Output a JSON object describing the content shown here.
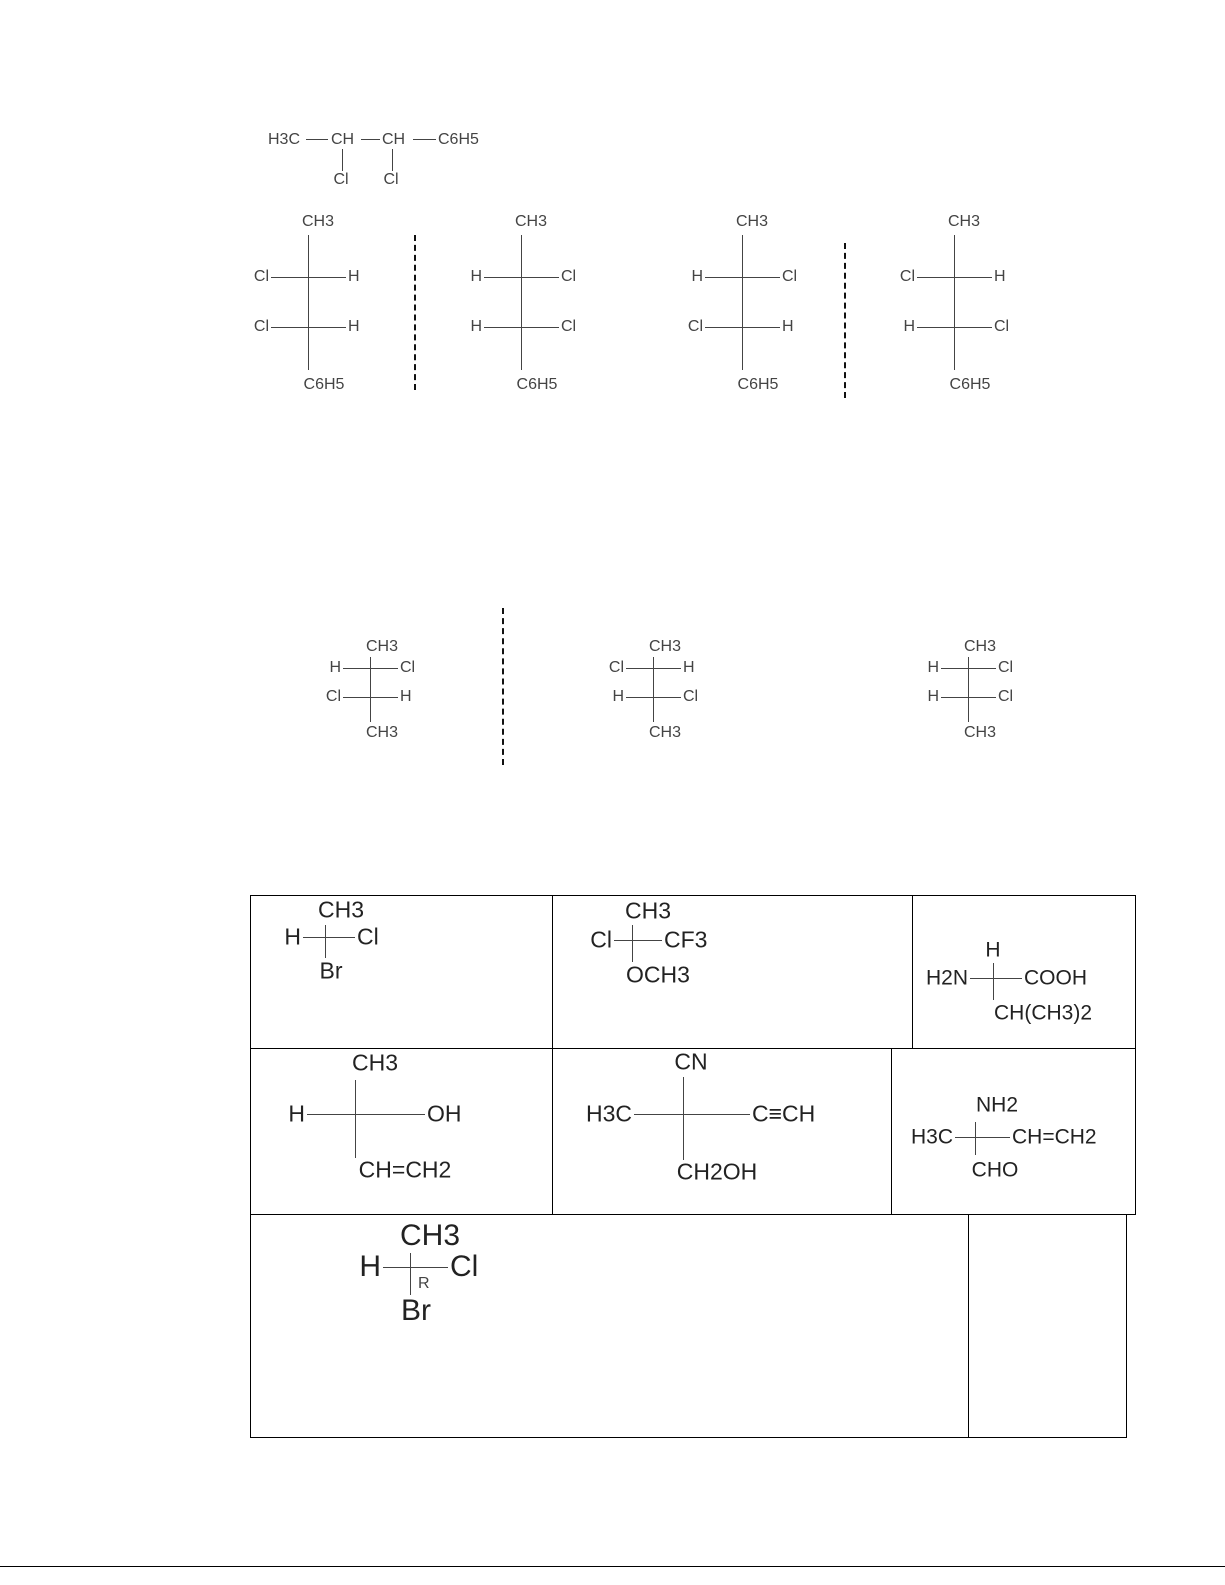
{
  "condensed_formula": {
    "chain": [
      "H3C",
      "CH",
      "CH",
      "C6H5"
    ],
    "substituents": [
      "Cl",
      "Cl"
    ]
  },
  "section1_projections": [
    {
      "top": "CH3",
      "rows": [
        [
          "Cl",
          "H"
        ],
        [
          "Cl",
          "H"
        ]
      ],
      "bottom": "C6H5"
    },
    {
      "top": "CH3",
      "rows": [
        [
          "H",
          "Cl"
        ],
        [
          "H",
          "Cl"
        ]
      ],
      "bottom": "C6H5"
    },
    {
      "top": "CH3",
      "rows": [
        [
          "H",
          "Cl"
        ],
        [
          "Cl",
          "H"
        ]
      ],
      "bottom": "C6H5"
    },
    {
      "top": "CH3",
      "rows": [
        [
          "Cl",
          "H"
        ],
        [
          "H",
          "Cl"
        ]
      ],
      "bottom": "C6H5"
    }
  ],
  "section2_projections": [
    {
      "top": "CH3",
      "rows": [
        [
          "H",
          "Cl"
        ],
        [
          "Cl",
          "H"
        ]
      ],
      "bottom": "CH3"
    },
    {
      "top": "CH3",
      "rows": [
        [
          "Cl",
          "H"
        ],
        [
          "H",
          "Cl"
        ]
      ],
      "bottom": "CH3"
    },
    {
      "top": "CH3",
      "rows": [
        [
          "H",
          "Cl"
        ],
        [
          "H",
          "Cl"
        ]
      ],
      "bottom": "CH3"
    }
  ],
  "table_projections": [
    {
      "top": "CH3",
      "rows": [
        [
          "H",
          "Cl"
        ]
      ],
      "bottom": "Br"
    },
    {
      "top": "CH3",
      "rows": [
        [
          "Cl",
          "CF3"
        ]
      ],
      "bottom": "OCH3"
    },
    {
      "top": "H",
      "rows": [
        [
          "H2N",
          "COOH"
        ]
      ],
      "bottom": "CH(CH3)2"
    },
    {
      "top": "CH3",
      "rows": [
        [
          "H",
          "OH"
        ]
      ],
      "bottom": "CH=CH2"
    },
    {
      "top": "CN",
      "rows": [
        [
          "H3C",
          "C≡CH"
        ]
      ],
      "bottom": "CH2OH"
    },
    {
      "top": "NH2",
      "rows": [
        [
          "H3C",
          "CH=CH2"
        ]
      ],
      "bottom": "CHO"
    },
    {
      "top": "CH3",
      "rows": [
        [
          "H",
          "Cl"
        ]
      ],
      "bottom": "Br",
      "config_label": "R"
    }
  ]
}
